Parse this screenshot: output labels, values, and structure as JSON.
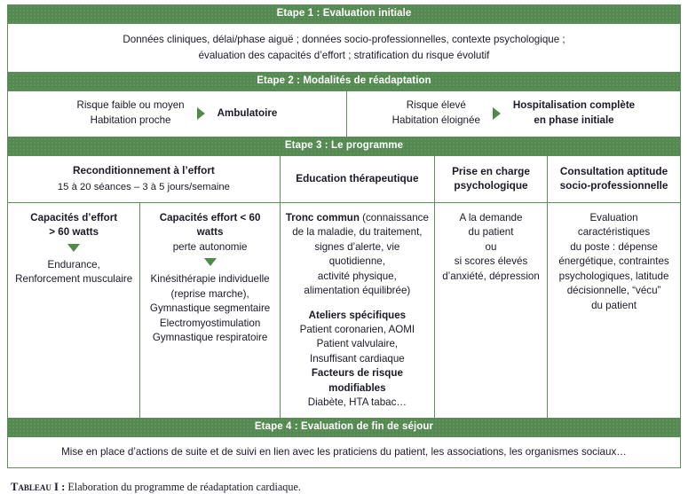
{
  "table": {
    "steps": [
      {
        "banner": "Etape 1 : Evaluation initiale",
        "body_line1": "Données cliniques, délai/phase aiguë ; données socio-professionnelles, contexte psychologique ;",
        "body_line2": "évaluation des capacités d’effort ; stratification du risque évolutif"
      },
      {
        "banner": "Etape 2 : Modalités de réadaptation",
        "left": {
          "condition_line1": "Risque faible ou moyen",
          "condition_line2": "Habitation proche",
          "arrow": "arrow-right-icon",
          "outcome": "Ambulatoire"
        },
        "right": {
          "condition_line1": "Risque élevé",
          "condition_line2": "Habitation éloignée",
          "arrow": "arrow-right-icon",
          "outcome_line1": "Hospitalisation complète",
          "outcome_line2": "en phase initiale"
        }
      },
      {
        "banner": "Etape 3 : Le programme",
        "headers": [
          {
            "title": "Reconditionnement à l’effort",
            "sub": "15 à 20 séances – 3 à 5 jours/semaine"
          },
          {
            "title": "Education thérapeutique",
            "sub": ""
          },
          {
            "title": "Prise en charge psychologique",
            "sub": ""
          },
          {
            "title": "Consultation aptitude socio-professionnelle",
            "sub": ""
          }
        ],
        "cells": {
          "recond_a": {
            "head_line1": "Capacités d’effort",
            "head_line2": "> 60 watts",
            "arrow": "arrow-down-icon",
            "body_line1": "Endurance,",
            "body_line2": "Renforcement musculaire"
          },
          "recond_b": {
            "head_line1": "Capacités effort < 60 watts",
            "head_line2": "perte autonomie",
            "arrow": "arrow-down-icon",
            "body_line1": "Kinésithérapie individuelle",
            "body_line2": "(reprise marche),",
            "body_line3": "Gymnastique segmentaire",
            "body_line4": "Electromyostimulation",
            "body_line5": "Gymnastique respiratoire"
          },
          "education": {
            "head1": "Tronc commun",
            "head1_rest": " (connaissance",
            "body1_line2": "de la maladie, du traitement,",
            "body1_line3": "signes d’alerte, vie quotidienne,",
            "body1_line4": "activité physique,",
            "body1_line5": "alimentation équilibrée)",
            "head2": "Ateliers spécifiques",
            "body2_line1": "Patient coronarien, AOMI",
            "body2_line2": "Patient valvulaire,",
            "body2_line3": "Insuffisant cardiaque",
            "head3": "Facteurs de risque modifiables",
            "body3_line1": "Diabète, HTA tabac…"
          },
          "psycho": {
            "line1": "A la demande",
            "line2": "du patient",
            "line3": "ou",
            "line4": "si scores élevés",
            "line5": "d’anxiété, dépression"
          },
          "socio": {
            "line1": "Evaluation caractéristiques",
            "line2": "du poste : dépense",
            "line3": "énergétique, contraintes",
            "line4": "psychologiques, latitude",
            "line5": "décisionnelle, “vécu”",
            "line6": "du patient"
          }
        }
      },
      {
        "banner": "Etape 4 : Evaluation de fin de séjour",
        "body": "Mise en place d’actions de suite et de suivi en lien avec les praticiens du patient, les associations, les organismes sociaux…"
      }
    ]
  },
  "caption": {
    "label": "Tableau I :",
    "text": " Elaboration du programme de réadaptation cardiaque."
  },
  "colors": {
    "banner_green": "#548a51",
    "border_green": "#5e8e5a",
    "arrow_green": "#4f8a49",
    "text": "#1a1a28"
  }
}
